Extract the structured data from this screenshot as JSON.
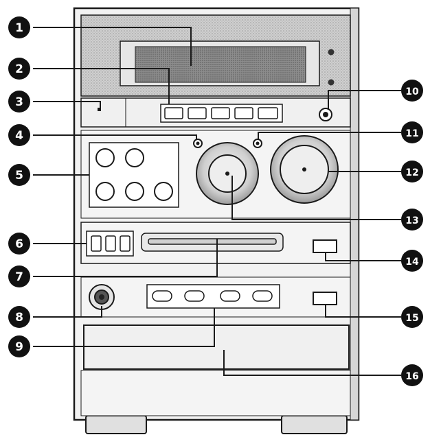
{
  "callouts": [
    {
      "id": "1",
      "label": "❶"
    },
    {
      "id": "2",
      "label": "❷"
    },
    {
      "id": "3",
      "label": "❸"
    },
    {
      "id": "4",
      "label": "❹"
    },
    {
      "id": "5",
      "label": "❺"
    },
    {
      "id": "6",
      "label": "❻"
    },
    {
      "id": "7",
      "label": "❼"
    },
    {
      "id": "8",
      "label": "❽"
    },
    {
      "id": "9",
      "label": "❾"
    },
    {
      "id": "10",
      "label": "❿"
    },
    {
      "id": "11",
      "label": "⓫"
    },
    {
      "id": "12",
      "label": "⓬"
    },
    {
      "id": "13",
      "label": "⓭"
    },
    {
      "id": "14",
      "label": "⓮"
    },
    {
      "id": "15",
      "label": "⓯"
    },
    {
      "id": "16",
      "label": "⓰"
    }
  ],
  "colors": {
    "outline": "#1a1a1a",
    "display_fill": "#8a8a8a",
    "panel_fill": "#e8e8e8",
    "background": "#ffffff"
  }
}
